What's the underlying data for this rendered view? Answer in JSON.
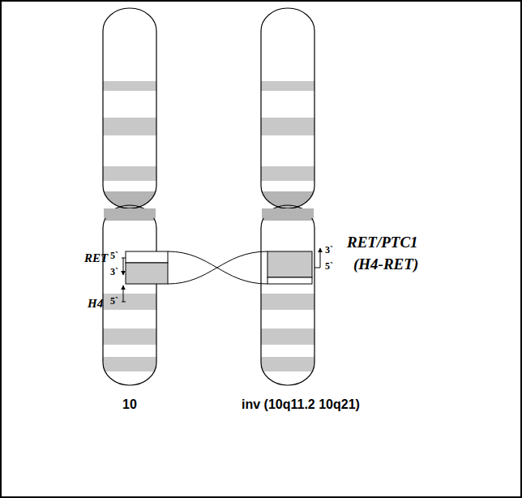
{
  "diagram": {
    "labels": [
      "RET",
      "5`",
      "3`",
      "H4",
      "5`",
      "3`",
      "5`",
      "RET/PTC1",
      "(H4-RET)",
      "10",
      "inv (10q11.2 10q21)"
    ]
  }
}
